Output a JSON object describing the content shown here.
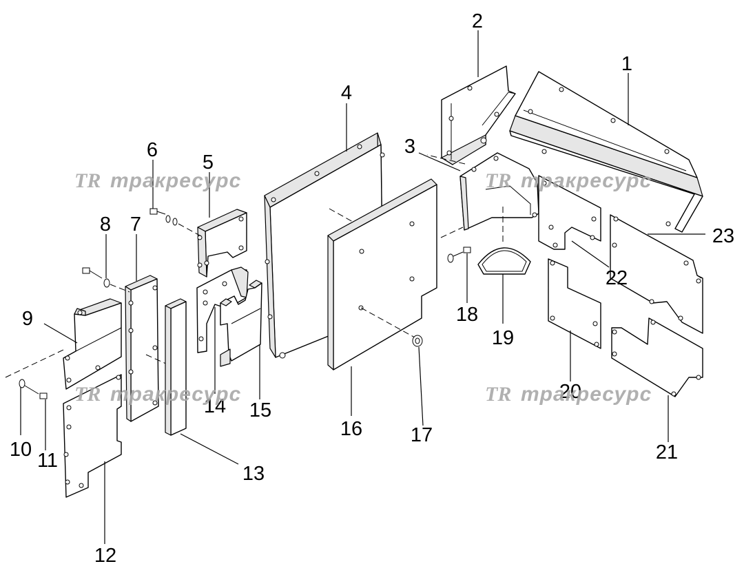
{
  "watermark": {
    "logo": "TR",
    "text": "тракресурс"
  },
  "callouts": [
    "1",
    "2",
    "3",
    "4",
    "5",
    "6",
    "7",
    "8",
    "9",
    "10",
    "11",
    "12",
    "13",
    "14",
    "15",
    "16",
    "17",
    "18",
    "19",
    "20",
    "21",
    "22",
    "23"
  ]
}
